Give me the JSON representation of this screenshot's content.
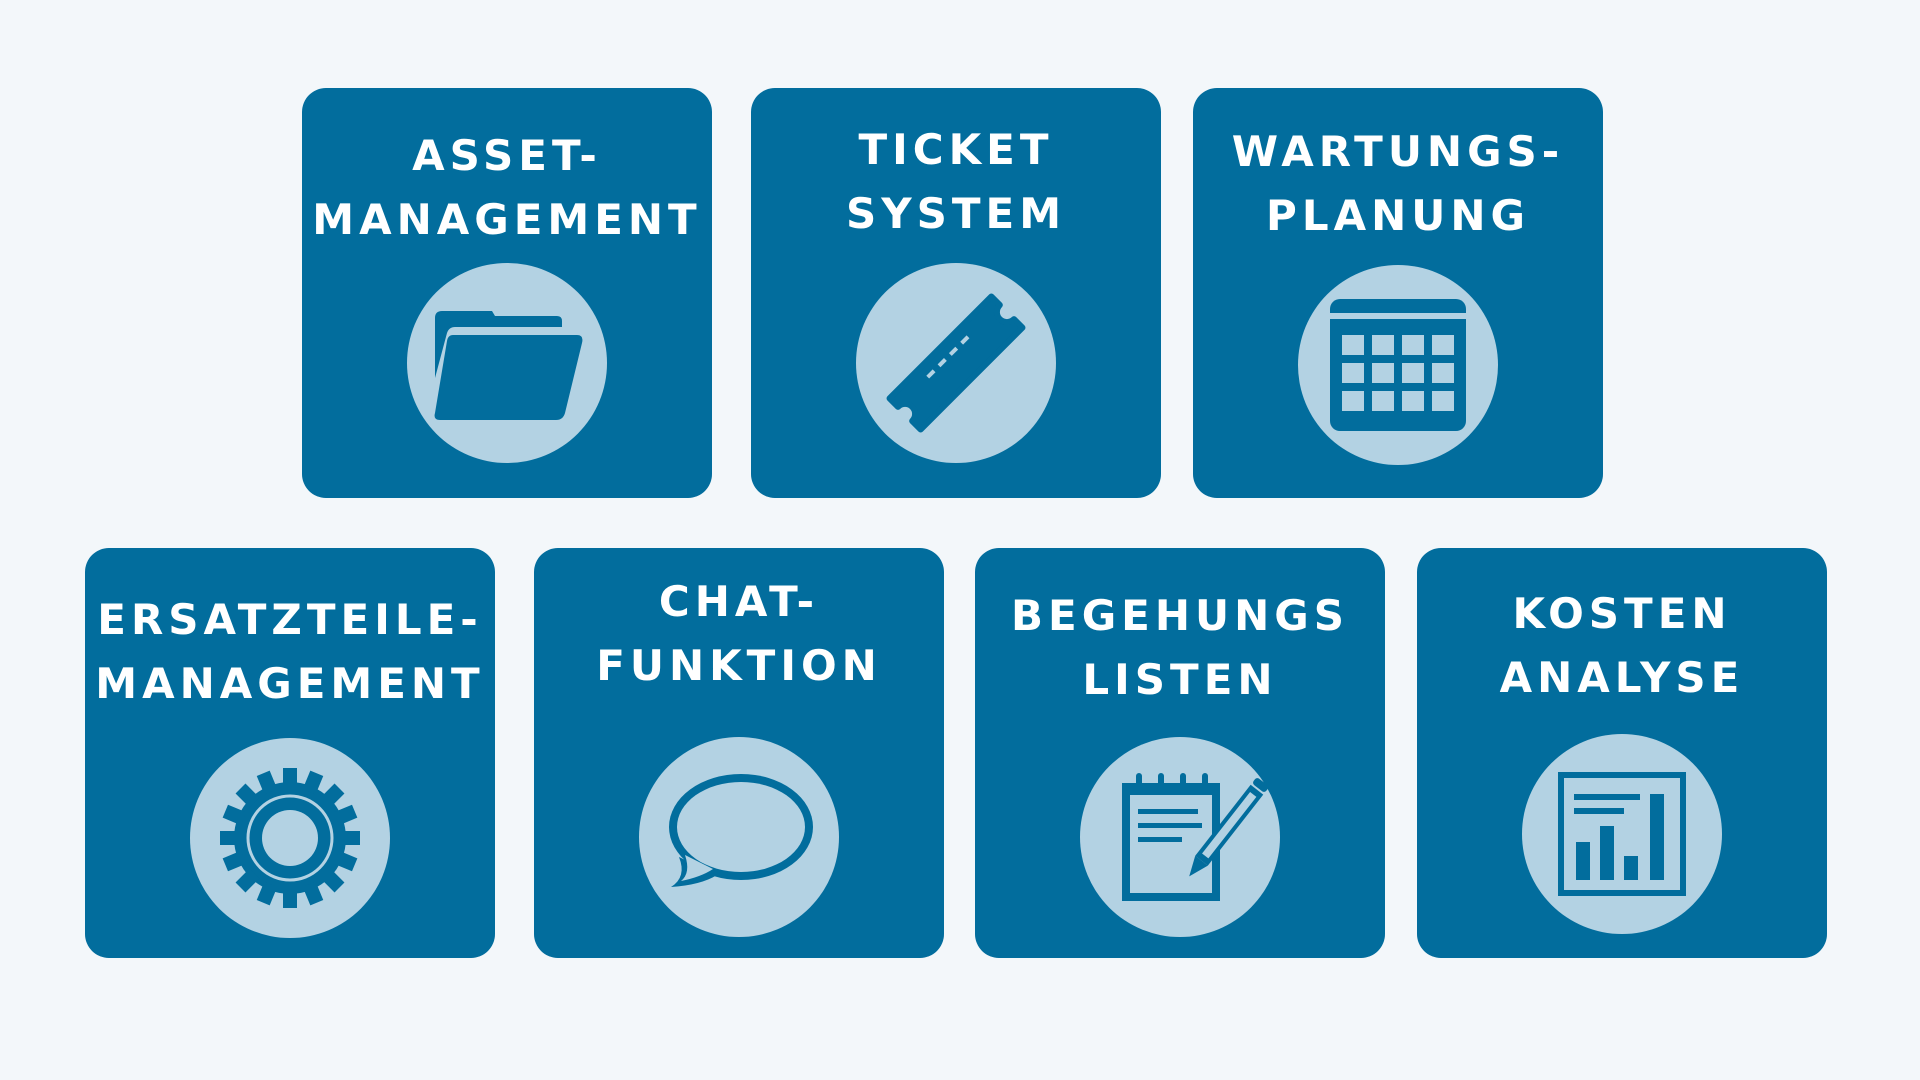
{
  "colors": {
    "background": "#f3f7fa",
    "tile": "#026d9d",
    "icon_circle": "#b3d2e3",
    "text": "#ffffff"
  },
  "tiles": [
    {
      "line1": "ASSET-",
      "line2": "MANAGEMENT",
      "icon": "folder-icon"
    },
    {
      "line1": "TICKET",
      "line2": "SYSTEM",
      "icon": "ticket-icon"
    },
    {
      "line1": "WARTUNGS-",
      "line2": "PLANUNG",
      "icon": "calendar-icon"
    },
    {
      "line1": "ERSATZTEILE-",
      "line2": "MANAGEMENT",
      "icon": "gear-icon"
    },
    {
      "line1": "CHAT-",
      "line2": "FUNKTION",
      "icon": "chat-bubble-icon"
    },
    {
      "line1": "BEGEHUNGS",
      "line2": "LISTEN",
      "icon": "notepad-pencil-icon"
    },
    {
      "line1": "KOSTEN",
      "line2": "ANALYSE",
      "icon": "analytics-report-icon"
    }
  ]
}
